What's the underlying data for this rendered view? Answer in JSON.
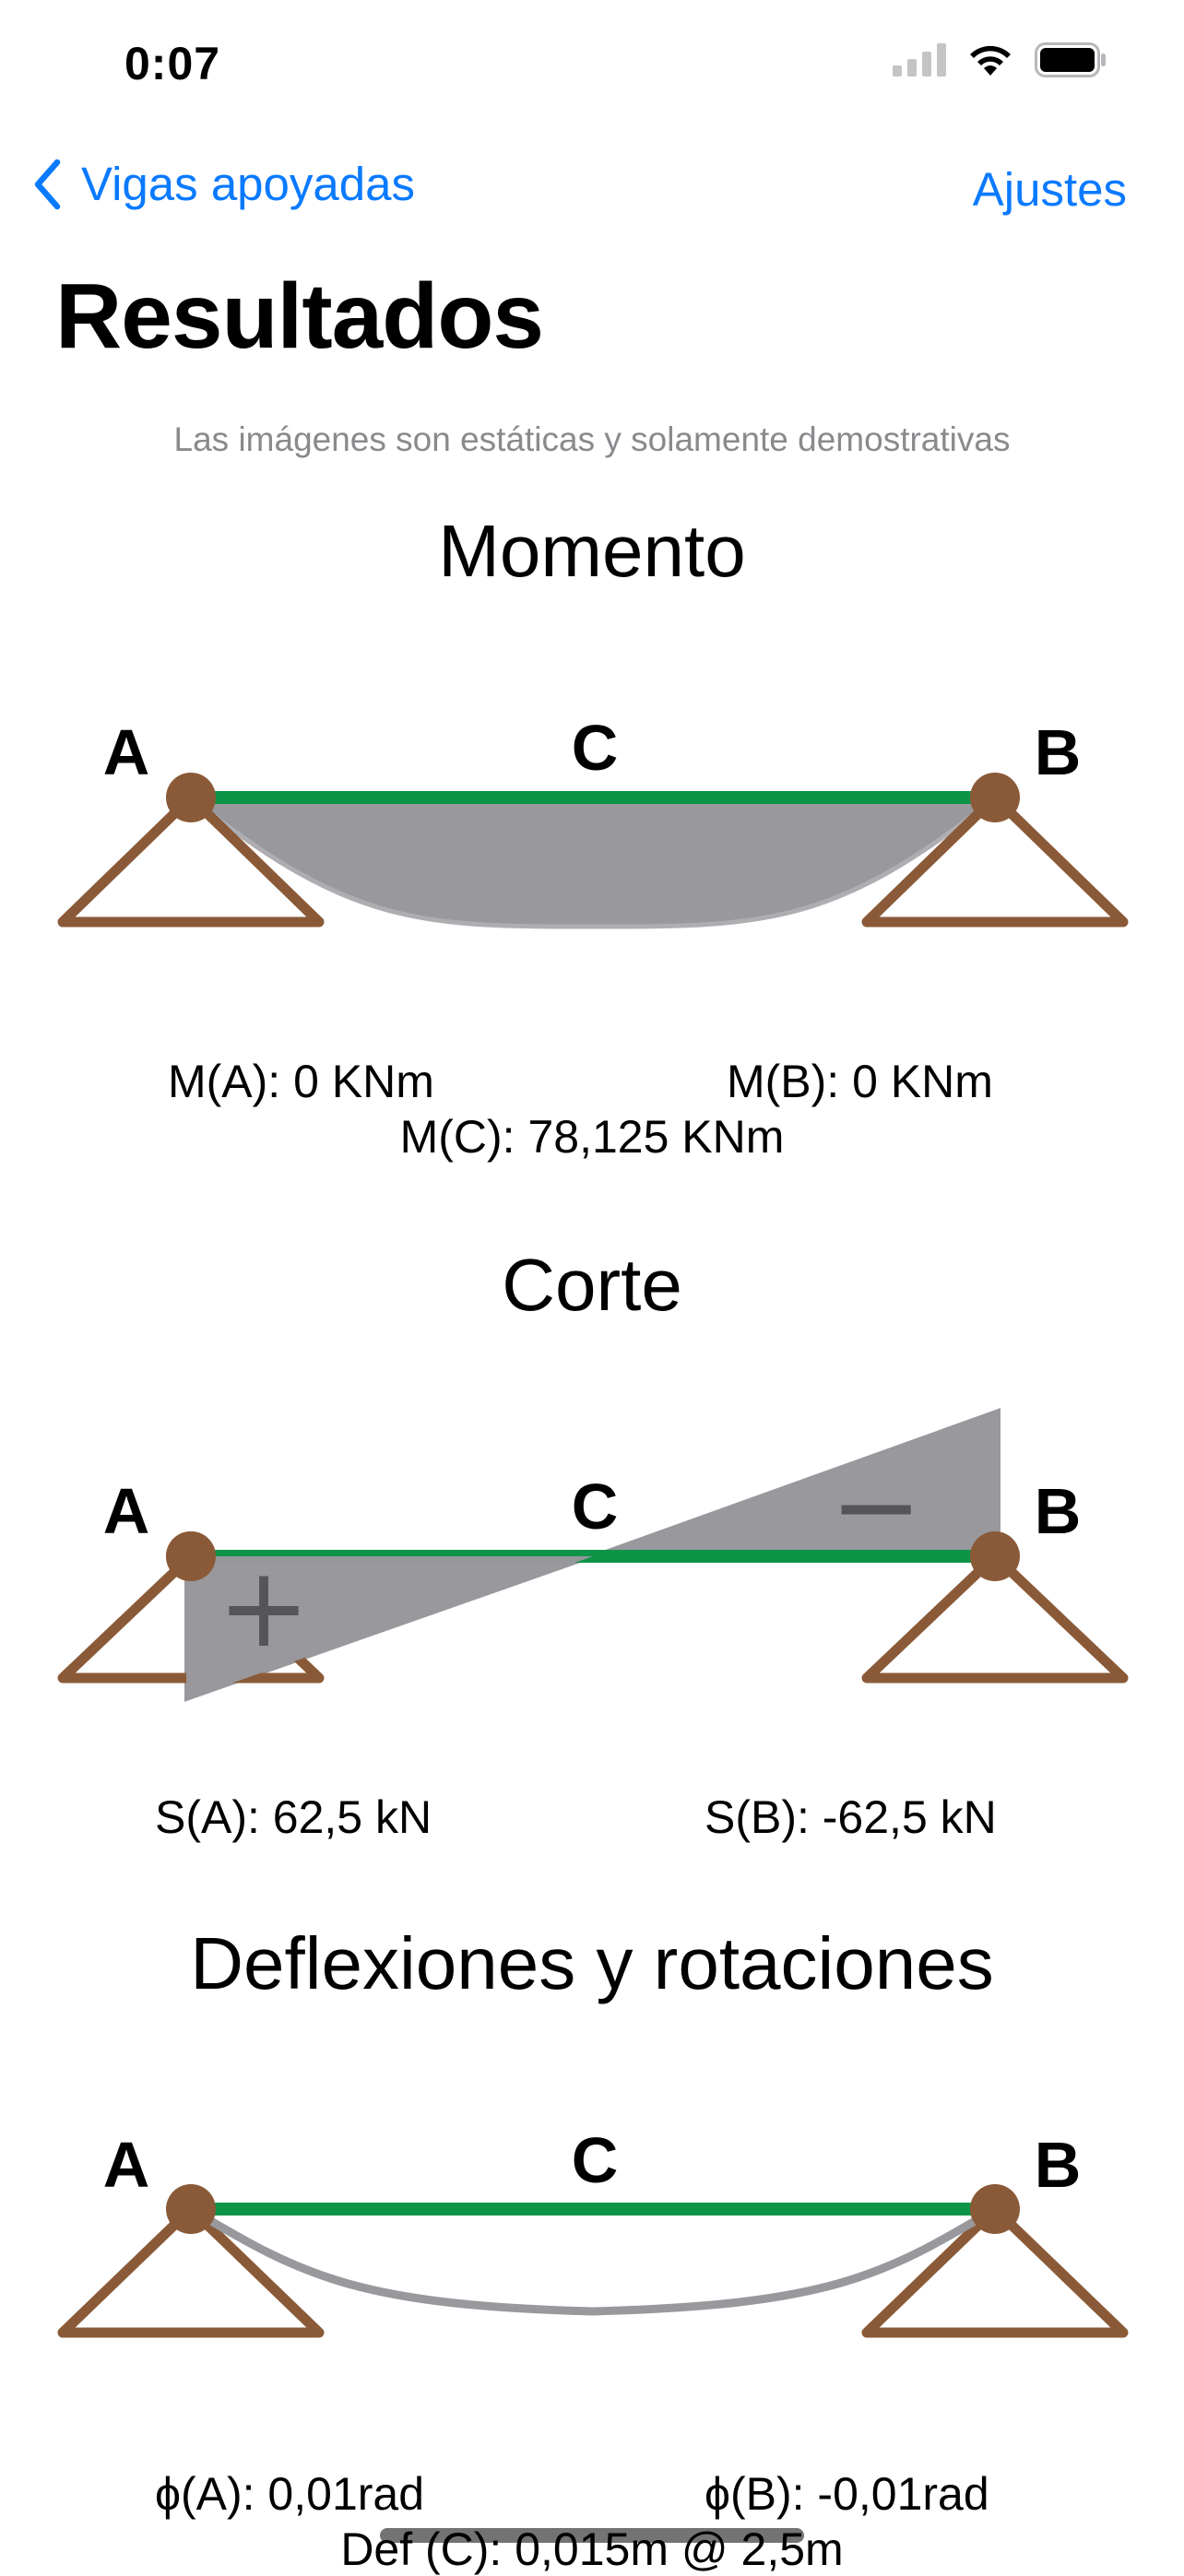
{
  "status_bar": {
    "time": "0:07"
  },
  "nav": {
    "back_label": "Vigas apoyadas",
    "right_label": "Ajustes"
  },
  "page": {
    "title": "Resultados",
    "subtitle": "Las imágenes son estáticas y solamente demostrativas"
  },
  "colors": {
    "accent": "#0a7aff",
    "beam": "#0e9447",
    "support": "#8a5a38",
    "diagram_fill": "#98989d"
  },
  "point_labels": {
    "a": "A",
    "b": "B",
    "c": "C"
  },
  "moment": {
    "title": "Momento",
    "values": {
      "a": "M(A): 0 KNm",
      "b": "M(B): 0 KNm",
      "c": "M(C): 78,125 KNm"
    }
  },
  "shear": {
    "title": "Corte",
    "signs": {
      "positive": "+",
      "negative": "−"
    },
    "values": {
      "a": "S(A): 62,5 kN",
      "b": "S(B): -62,5 kN"
    }
  },
  "deflection": {
    "title": "Deflexiones y rotaciones",
    "values": {
      "a": "ϕ(A): 0,01rad",
      "b": "ϕ(B): -0,01rad",
      "c": "Def (C): 0,015m @ 2,5m"
    }
  }
}
